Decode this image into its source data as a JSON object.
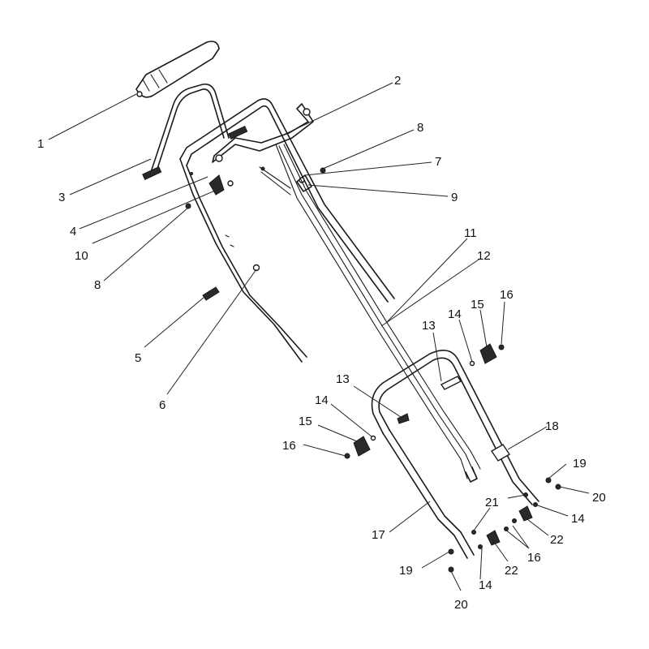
{
  "diagram": {
    "callouts": [
      {
        "id": "c1",
        "label": "1"
      },
      {
        "id": "c2",
        "label": "2"
      },
      {
        "id": "c3",
        "label": "3"
      },
      {
        "id": "c4",
        "label": "4"
      },
      {
        "id": "c5",
        "label": "5"
      },
      {
        "id": "c6",
        "label": "6"
      },
      {
        "id": "c7",
        "label": "7"
      },
      {
        "id": "c8a",
        "label": "8"
      },
      {
        "id": "c8b",
        "label": "8"
      },
      {
        "id": "c9",
        "label": "9"
      },
      {
        "id": "c10",
        "label": "10"
      },
      {
        "id": "c11",
        "label": "11"
      },
      {
        "id": "c12",
        "label": "12"
      },
      {
        "id": "c13a",
        "label": "13"
      },
      {
        "id": "c13b",
        "label": "13"
      },
      {
        "id": "c14a",
        "label": "14"
      },
      {
        "id": "c14b",
        "label": "14"
      },
      {
        "id": "c14c",
        "label": "14"
      },
      {
        "id": "c14d",
        "label": "14"
      },
      {
        "id": "c15a",
        "label": "15"
      },
      {
        "id": "c15b",
        "label": "15"
      },
      {
        "id": "c16a",
        "label": "16"
      },
      {
        "id": "c16b",
        "label": "16"
      },
      {
        "id": "c16c",
        "label": "16"
      },
      {
        "id": "c17",
        "label": "17"
      },
      {
        "id": "c18",
        "label": "18"
      },
      {
        "id": "c19a",
        "label": "19"
      },
      {
        "id": "c19b",
        "label": "19"
      },
      {
        "id": "c20a",
        "label": "20"
      },
      {
        "id": "c20b",
        "label": "20"
      },
      {
        "id": "c21",
        "label": "21"
      },
      {
        "id": "c22a",
        "label": "22"
      },
      {
        "id": "c22b",
        "label": "22"
      }
    ]
  }
}
